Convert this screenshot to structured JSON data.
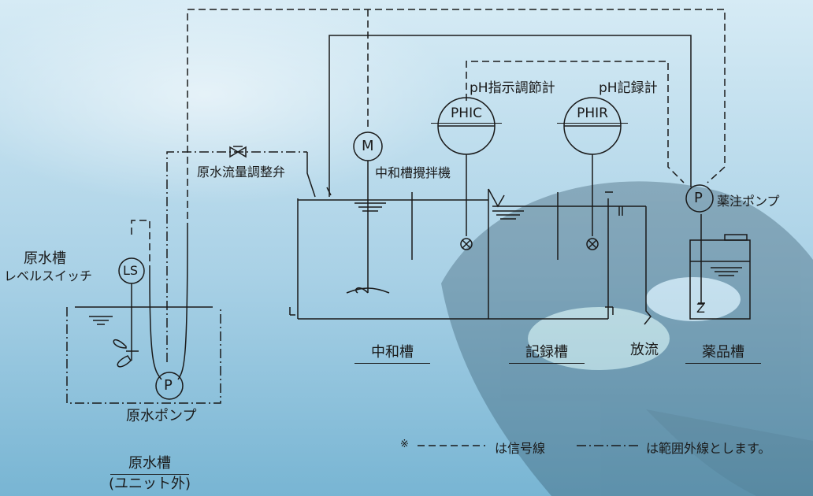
{
  "labels": {
    "raw_tank_name": "原水槽",
    "level_switch": "レベルスイッチ",
    "raw_pump": "原水ポンプ",
    "flow_valve": "原水流量調整弁",
    "mixer": "中和槽攪拌機",
    "ph_indicator_controller": "pH指示調節計",
    "ph_recorder": "pH記録計",
    "chemical_pump": "薬注ポンプ",
    "discharge": "放流"
  },
  "instruments": {
    "ls": "LS",
    "motor": "M",
    "raw_pump_symbol": "P",
    "chem_pump_symbol": "P",
    "phic": "PHIC",
    "phir": "PHIR",
    "z_mark": "Z"
  },
  "tanks": {
    "neutralization": "中和槽",
    "recording": "記録槽",
    "chemical": "薬品槽"
  },
  "raw_water_caption": {
    "title": "原水槽",
    "subtitle": "(ユニット外)"
  },
  "legend": {
    "mark": "※",
    "signal_text": "は信号線",
    "outside_text": "は範囲外線とします。"
  },
  "colors": {
    "sky_top": "#cfe6f2",
    "sky_bottom": "#7fbad6",
    "line": "#1a1a1a"
  }
}
